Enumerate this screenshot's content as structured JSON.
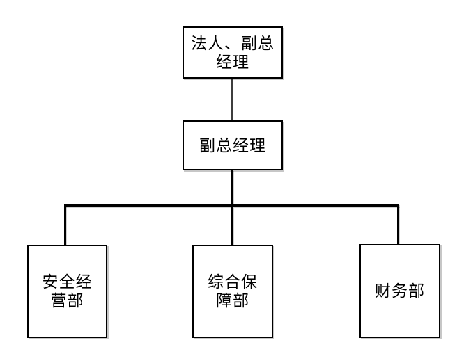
{
  "org_chart": {
    "nodes": [
      {
        "id": "legal-and-deputy-gm",
        "label": "法人、副总\n经理"
      },
      {
        "id": "deputy-gm",
        "label": "副总经理"
      },
      {
        "id": "safety-operations-dept",
        "label": "安全经\n营部"
      },
      {
        "id": "general-support-dept",
        "label": "综合保\n障部"
      },
      {
        "id": "finance-dept",
        "label": "财务部"
      }
    ],
    "edges": [
      {
        "from": "legal-and-deputy-gm",
        "to": "deputy-gm"
      },
      {
        "from": "deputy-gm",
        "to": "safety-operations-dept"
      },
      {
        "from": "deputy-gm",
        "to": "general-support-dept"
      },
      {
        "from": "deputy-gm",
        "to": "finance-dept"
      }
    ],
    "colors": {
      "background": "#ffffff",
      "box_fill": "#ffffff",
      "box_border": "#000000",
      "connector": "#000000",
      "connector_top": "#3d3d3d",
      "text": "#000000"
    }
  }
}
